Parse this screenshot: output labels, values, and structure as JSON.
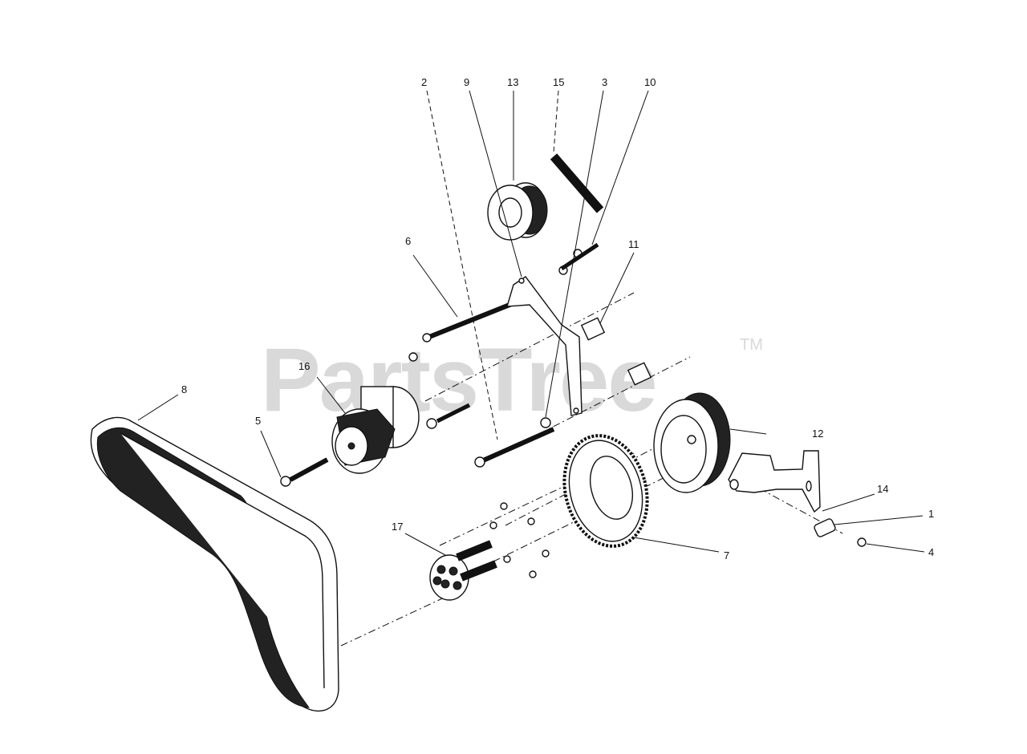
{
  "watermark": {
    "text": "PartsTree",
    "trademark": "TM"
  },
  "callouts": [
    "1",
    "2",
    "3",
    "4",
    "5",
    "6",
    "7",
    "8",
    "9",
    "10",
    "11",
    "12",
    "13",
    "14",
    "15",
    "16",
    "17"
  ],
  "colors": {
    "line": "#111111",
    "watermark": "#d9d9d9",
    "background": "#ffffff"
  }
}
